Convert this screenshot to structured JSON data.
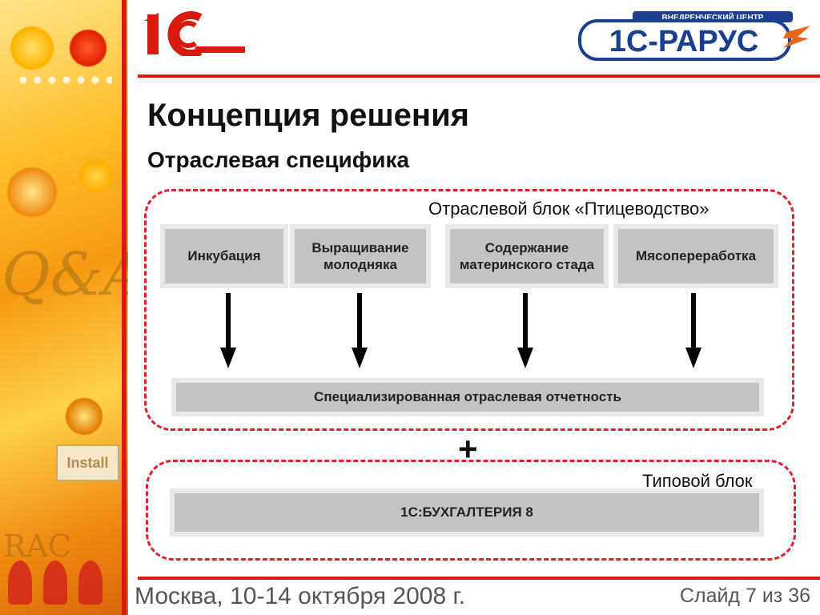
{
  "header": {
    "logo_left_text": "1С",
    "logo_right_banner": "ВНЕДРЕНЧЕСКИЙ ЦЕНТР",
    "logo_right_text": "1С-РАРУС"
  },
  "slide": {
    "title": "Концепция решения",
    "subtitle": "Отраслевая специфика"
  },
  "industry_block": {
    "label": "Отраслевой блок «Птицеводство»",
    "stages": [
      {
        "label": "Инкубация"
      },
      {
        "label": "Выращивание молодняка"
      },
      {
        "label": "Содержание материнского стада"
      },
      {
        "label": "Мясопереработка"
      }
    ],
    "reporting_label": "Специализированная отраслевая отчетность"
  },
  "plus_sign": "+",
  "standard_block": {
    "label": "Типовой блок",
    "product_label": "1С:БУХГАЛТЕРИЯ 8"
  },
  "side_decor": {
    "watermark_qa": "Q&A",
    "watermark_rac": "RAC",
    "install_label": "Install"
  },
  "footer": {
    "location_date": "Москва, 10-14 октября 2008 г.",
    "slide_counter": "Слайд 7 из 36"
  },
  "colors": {
    "accent_red": "#d81b10",
    "frame_dashed": "#e0202a",
    "box_fill": "#c3c3c3",
    "box_border": "#e8e8e8",
    "rarus_blue": "#1a3f8f"
  }
}
